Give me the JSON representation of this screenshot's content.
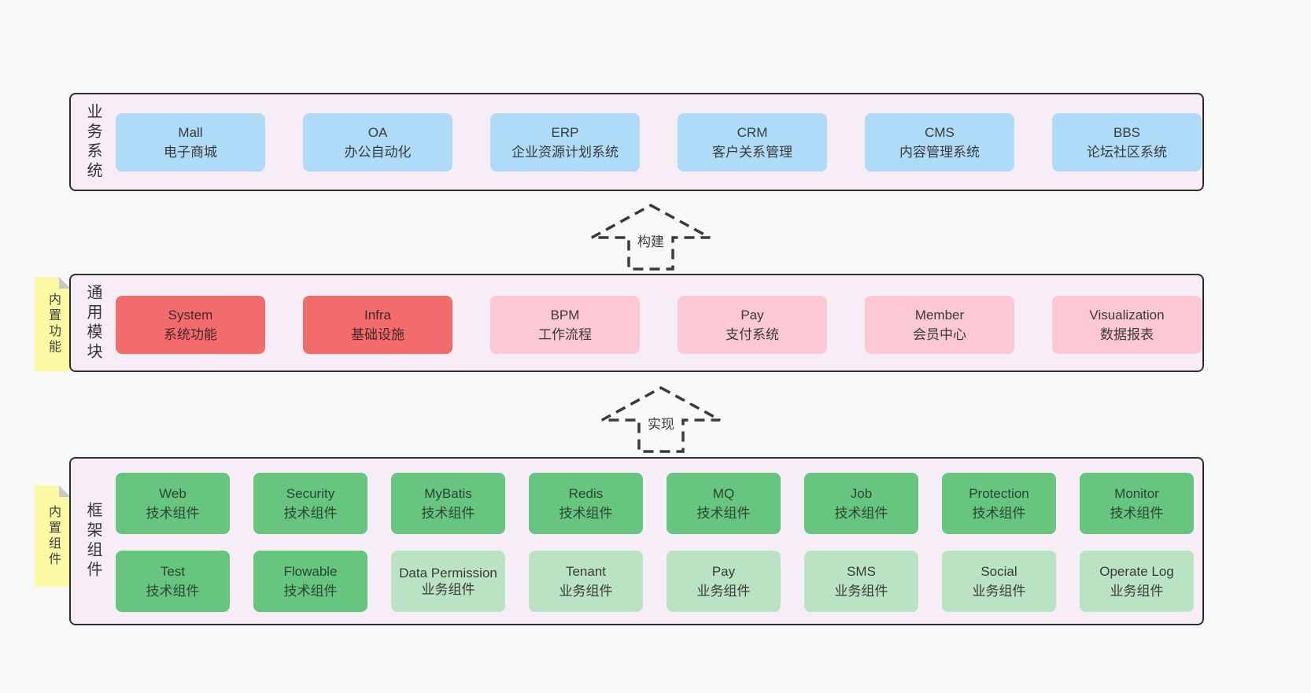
{
  "colors": {
    "background": "#f8f8f8",
    "panel_fill": "#f7edf6",
    "panel_border": "#2f2f2f",
    "box_blue": "#aedbf7",
    "box_red": "#f26c6c",
    "box_pink": "#fbc8d3",
    "box_green_dark": "#66c57e",
    "box_green_light": "#bae3c4",
    "note_yellow": "#fbf9a3",
    "note_fold": "#c9c9c9",
    "text": "#3a3a3a"
  },
  "arrows": [
    {
      "label": "构建"
    },
    {
      "label": "实现"
    }
  ],
  "sections": {
    "business": {
      "label": "业务系统",
      "items": [
        {
          "title": "Mall",
          "subtitle": "电子商城"
        },
        {
          "title": "OA",
          "subtitle": "办公自动化"
        },
        {
          "title": "ERP",
          "subtitle": "企业资源计划系统"
        },
        {
          "title": "CRM",
          "subtitle": "客户关系管理"
        },
        {
          "title": "CMS",
          "subtitle": "内容管理系统"
        },
        {
          "title": "BBS",
          "subtitle": "论坛社区系统"
        }
      ]
    },
    "modules": {
      "label": "通用模块",
      "note": "内置功能",
      "items": [
        {
          "title": "System",
          "subtitle": "系统功能"
        },
        {
          "title": "Infra",
          "subtitle": "基础设施"
        },
        {
          "title": "BPM",
          "subtitle": "工作流程"
        },
        {
          "title": "Pay",
          "subtitle": "支付系统"
        },
        {
          "title": "Member",
          "subtitle": "会员中心"
        },
        {
          "title": "Visualization",
          "subtitle": "数据报表"
        }
      ]
    },
    "framework": {
      "label": "框架组件",
      "note": "内置组件",
      "row1": [
        {
          "title": "Web",
          "subtitle": "技术组件"
        },
        {
          "title": "Security",
          "subtitle": "技术组件"
        },
        {
          "title": "MyBatis",
          "subtitle": "技术组件"
        },
        {
          "title": "Redis",
          "subtitle": "技术组件"
        },
        {
          "title": "MQ",
          "subtitle": "技术组件"
        },
        {
          "title": "Job",
          "subtitle": "技术组件"
        },
        {
          "title": "Protection",
          "subtitle": "技术组件"
        },
        {
          "title": "Monitor",
          "subtitle": "技术组件"
        }
      ],
      "row2": [
        {
          "title": "Test",
          "subtitle": "技术组件"
        },
        {
          "title": "Flowable",
          "subtitle": "技术组件"
        },
        {
          "title": "Data Permission",
          "subtitle": "业务组件"
        },
        {
          "title": "Tenant",
          "subtitle": "业务组件"
        },
        {
          "title": "Pay",
          "subtitle": "业务组件"
        },
        {
          "title": "SMS",
          "subtitle": "业务组件"
        },
        {
          "title": "Social",
          "subtitle": "业务组件"
        },
        {
          "title": "Operate Log",
          "subtitle": "业务组件"
        }
      ]
    }
  }
}
